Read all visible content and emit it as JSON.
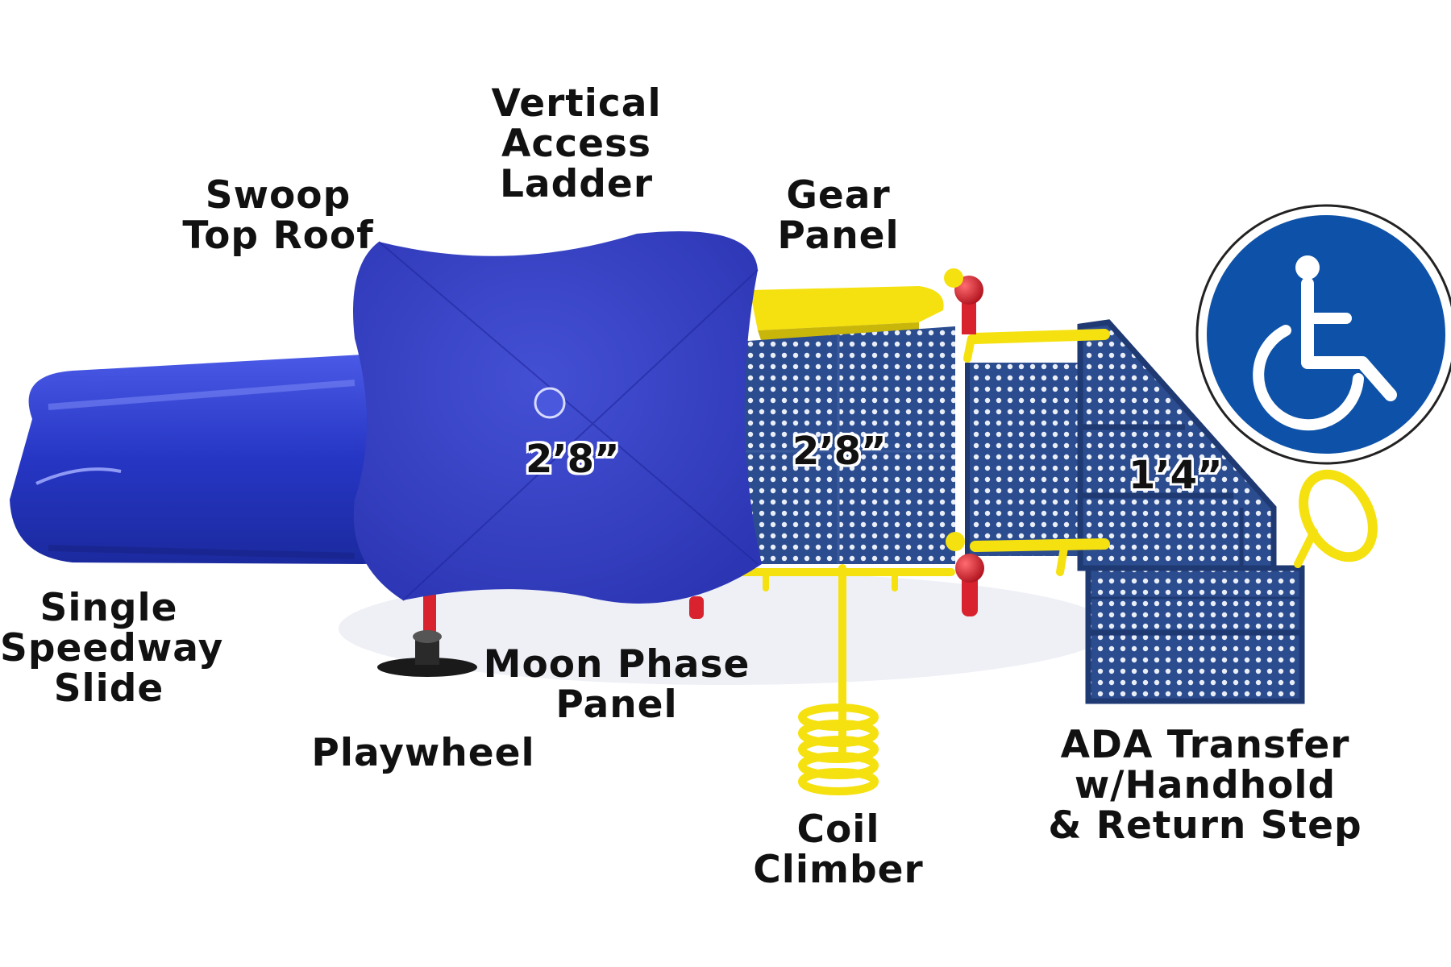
{
  "labels": {
    "vertical_access_ladder": "Vertical\nAccess\nLadder",
    "swoop_top_roof": "Swoop\nTop Roof",
    "gear_panel": "Gear\nPanel",
    "single_speedway_slide": "Single\nSpeedway\nSlide",
    "moon_phase_panel": "Moon Phase\nPanel",
    "playwheel": "Playwheel",
    "coil_climber": "Coil\nClimber",
    "ada_transfer": "ADA Transfer\nw/Handhold\n& Return Step"
  },
  "dimensions": {
    "roof_deck": "2’8”",
    "center_deck": "2’8”",
    "transfer_step": "1’4”"
  },
  "colors": {
    "roof_blue": "#3a44c8",
    "slide_blue": "#2f3fd0",
    "deck_navy": "#2b4c8f",
    "accent_yellow": "#f5e10f",
    "accent_red": "#d8232f",
    "accessibility_blue": "#0d52a8"
  },
  "icons": [
    "wheelchair-accessibility-icon"
  ]
}
